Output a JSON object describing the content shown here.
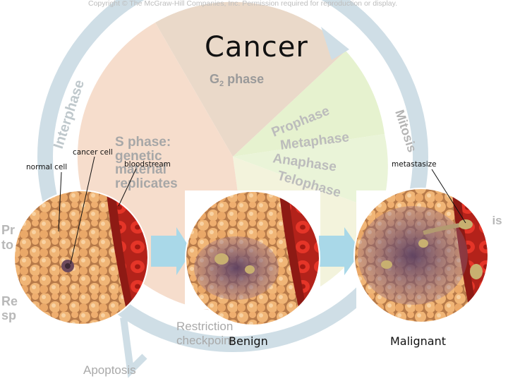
{
  "header": {
    "copyright": "Copyright © The McGraw-Hill Companies, Inc. Permission required for reproduction or display.",
    "title": "Cancer"
  },
  "cycle": {
    "g2": "G",
    "g2_sub": "2",
    "g2_suffix": " phase",
    "interphase": "Interphase",
    "mitosis": "Mitosis",
    "prophase": "Prophase",
    "metaphase": "Metaphase",
    "anaphase": "Anaphase",
    "telophase": "Telophase",
    "s_phase_line1": "S phase:",
    "s_phase_line2": "genetic",
    "s_phase_line3": "material",
    "s_phase_line4": "replicates",
    "left_frag1": "Pr",
    "left_frag2": "to",
    "left_frag3": "Re",
    "left_frag4": "sp",
    "right_frag": "sis",
    "restriction_line1": "Restriction",
    "restriction_line2": "checkpoint",
    "apoptosis": "Apoptosis"
  },
  "labels": {
    "normal_cell": "normal cell",
    "cancer_cell": "cancer cell",
    "bloodstream": "bloodstream",
    "metastasize": "metastasize",
    "benign": "Benign",
    "malignant": "Malignant"
  },
  "colors": {
    "g2": "#ead9c9",
    "mitosis": "#e6f2cf",
    "s_phase": "#f6ddcc",
    "g1": "#f3f3dc",
    "ring": "#cfdee6",
    "cell": "#f0b576",
    "vessel": "#c62a1e",
    "tumor": "#7c5a7a",
    "arrow": "#a9d8e8"
  }
}
